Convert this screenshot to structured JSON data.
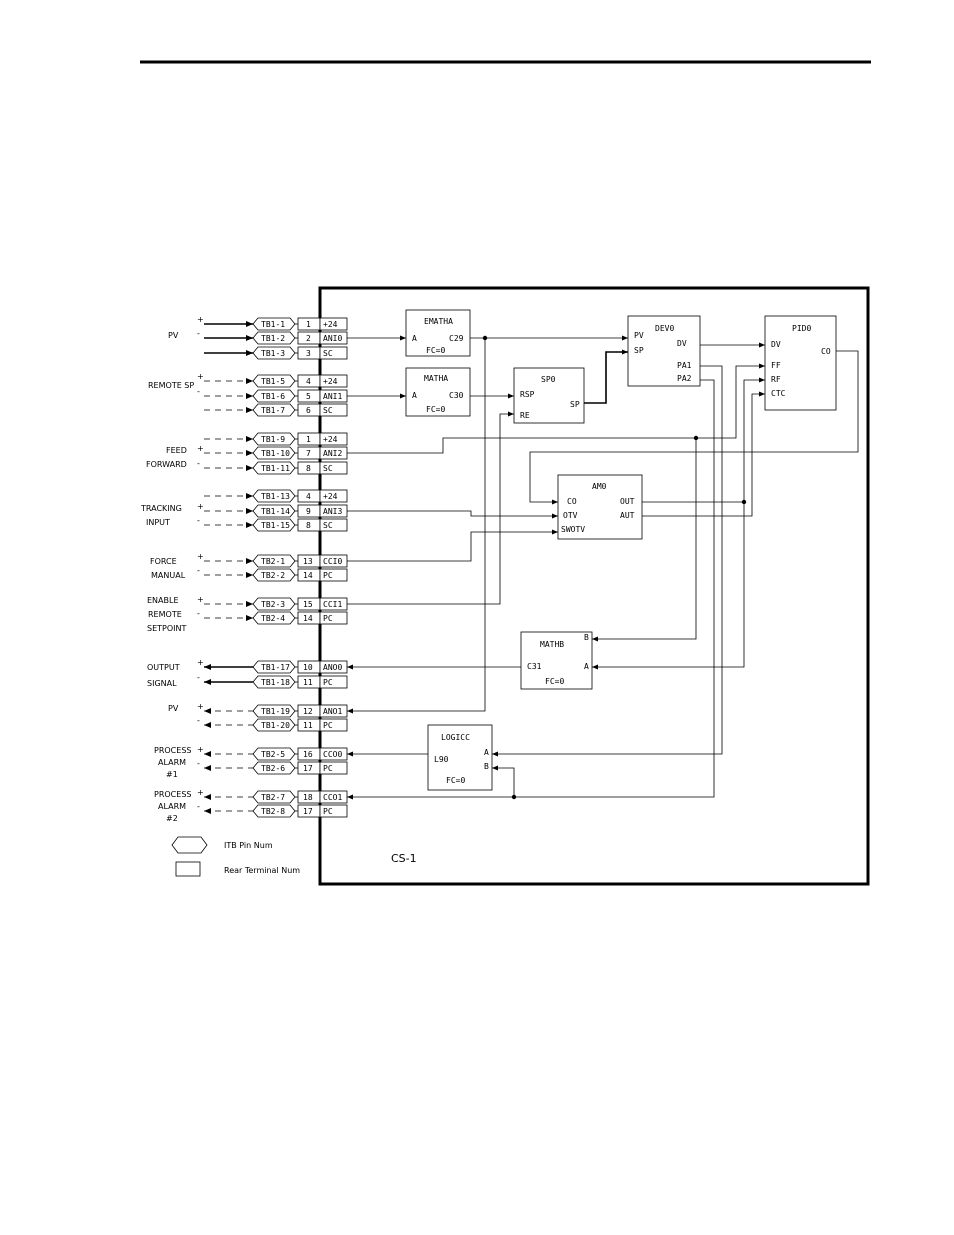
{
  "diagram": {
    "blocks": {
      "ematha": {
        "name": "EMATHA",
        "in_a": "A",
        "out": "C29",
        "fc": "FC=0"
      },
      "matha": {
        "name": "MATHA",
        "in_a": "A",
        "out": "C30",
        "fc": "FC=0"
      },
      "sp0": {
        "name": "SP0",
        "rsp": "RSP",
        "re": "RE",
        "sp": "SP"
      },
      "dev0": {
        "name": "DEV0",
        "pv": "PV",
        "sp": "SP",
        "dv": "DV",
        "pa1": "PA1",
        "pa2": "PA2"
      },
      "pid0": {
        "name": "PID0",
        "dv": "DV",
        "ff": "FF",
        "rf": "RF",
        "ctc": "CTC",
        "co": "CO"
      },
      "am0": {
        "name": "AM0",
        "co": "CO",
        "otv": "OTV",
        "swotv": "SWOTV",
        "out": "OUT",
        "aut": "AUT"
      },
      "mathb": {
        "name": "MATHB",
        "b": "B",
        "a": "A",
        "out": "C31",
        "fc": "FC=0"
      },
      "logicc": {
        "name": "LOGICC",
        "a": "A",
        "b": "B",
        "out": "L90",
        "fc": "FC=0"
      }
    },
    "rows": [
      {
        "itb": "TB1-1",
        "term": "1",
        "sig": "+24"
      },
      {
        "itb": "TB1-2",
        "term": "2",
        "sig": "ANI0"
      },
      {
        "itb": "TB1-3",
        "term": "3",
        "sig": "SC"
      },
      {
        "itb": "TB1-5",
        "term": "4",
        "sig": "+24"
      },
      {
        "itb": "TB1-6",
        "term": "5",
        "sig": "ANI1"
      },
      {
        "itb": "TB1-7",
        "term": "6",
        "sig": "SC"
      },
      {
        "itb": "TB1-9",
        "term": "1",
        "sig": "+24"
      },
      {
        "itb": "TB1-10",
        "term": "7",
        "sig": "ANI2"
      },
      {
        "itb": "TB1-11",
        "term": "8",
        "sig": "SC"
      },
      {
        "itb": "TB1-13",
        "term": "4",
        "sig": "+24"
      },
      {
        "itb": "TB1-14",
        "term": "9",
        "sig": "ANI3"
      },
      {
        "itb": "TB1-15",
        "term": "8",
        "sig": "SC"
      },
      {
        "itb": "TB2-1",
        "term": "13",
        "sig": "CCI0"
      },
      {
        "itb": "TB2-2",
        "term": "14",
        "sig": "PC"
      },
      {
        "itb": "TB2-3",
        "term": "15",
        "sig": "CCI1"
      },
      {
        "itb": "TB2-4",
        "term": "14",
        "sig": "PC"
      },
      {
        "itb": "TB1-17",
        "term": "10",
        "sig": "ANO0"
      },
      {
        "itb": "TB1-18",
        "term": "11",
        "sig": "PC"
      },
      {
        "itb": "TB1-19",
        "term": "12",
        "sig": "ANO1"
      },
      {
        "itb": "TB1-20",
        "term": "11",
        "sig": "PC"
      },
      {
        "itb": "TB2-5",
        "term": "16",
        "sig": "CCO0"
      },
      {
        "itb": "TB2-6",
        "term": "17",
        "sig": "PC"
      },
      {
        "itb": "TB2-7",
        "term": "18",
        "sig": "CCO1"
      },
      {
        "itb": "TB2-8",
        "term": "17",
        "sig": "PC"
      }
    ],
    "field_labels": {
      "pv_in": "PV",
      "remote_sp": "REMOTE SP",
      "feed": "FEED",
      "forward": "FORWARD",
      "tracking": "TRACKING",
      "input": "INPUT",
      "force": "FORCE",
      "manual": "MANUAL",
      "enable": "ENABLE",
      "remote": "REMOTE",
      "setpoint": "SETPOINT",
      "output": "OUTPUT",
      "signal": "SIGNAL",
      "pv_out": "PV",
      "process1": "PROCESS",
      "alarm1": "ALARM",
      "num1": "#1",
      "process2": "PROCESS",
      "alarm2": "ALARM",
      "num2": "#2"
    },
    "polarity": {
      "plus": "+",
      "minus": "-"
    },
    "legend": {
      "itb": "ITB Pin Num",
      "rear": "Rear Terminal Num"
    },
    "title": "CS-1"
  }
}
